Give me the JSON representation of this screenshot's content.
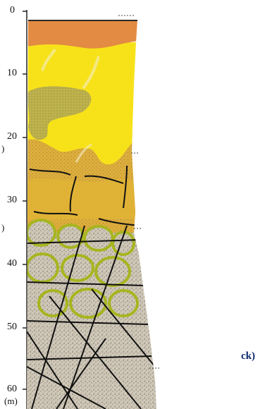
{
  "depth_axis": {
    "ticks": [
      "0",
      "10",
      "20",
      "30",
      "40",
      "50",
      "60"
    ],
    "unit": "(m)"
  },
  "edge_marks": [
    ")",
    ")"
  ],
  "side_label": "ck)",
  "colors": {
    "topsoil": "#2a2a2a",
    "laterite_orange": "#e38b42",
    "mottled_yellow": "#f7e21a",
    "olive_mottle": "#b8b04a",
    "saprolite_ochre": "#d9a93a",
    "fresh_rock": "#c9c2b3",
    "rock_fracture": "#111111",
    "green_rim": "#a7b51f"
  }
}
